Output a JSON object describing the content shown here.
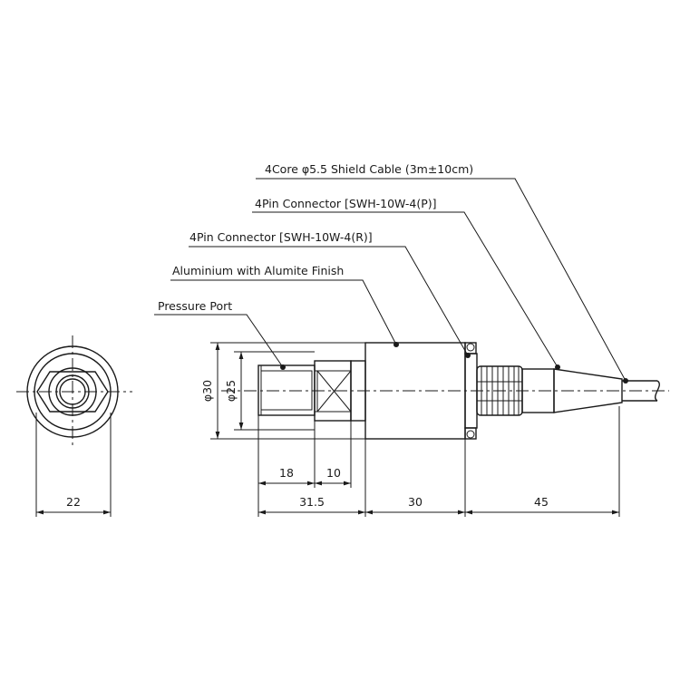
{
  "labels": {
    "cable": "4Core φ5.5 Shield Cable (3m±10cm)",
    "connector_p": "4Pin Connector [SWH-10W-4(P)]",
    "connector_r": "4Pin Connector [SWH-10W-4(R)]",
    "body": "Aluminium with Alumite Finish",
    "port": "Pressure Port"
  },
  "dimensions": {
    "d30": "φ30",
    "d25": "φ25",
    "d18": "18",
    "d10": "10",
    "d22": "22",
    "d31_5": "31.5",
    "d30b": "30",
    "d45": "45"
  }
}
